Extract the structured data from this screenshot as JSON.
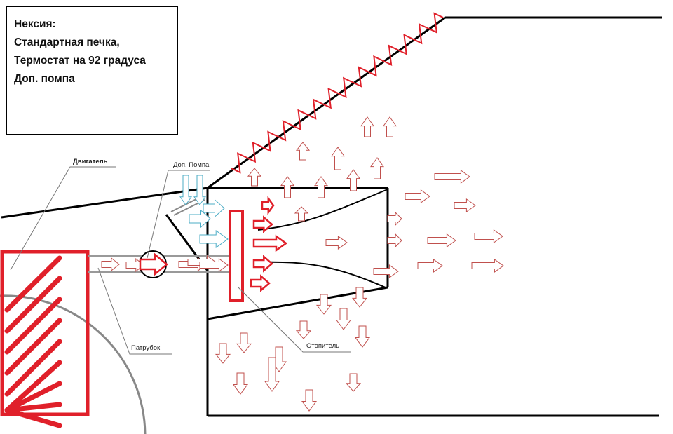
{
  "info_box": {
    "lines": [
      "Нексия:",
      "Стандартная печка,",
      "Термостат на 92 градуса",
      "Доп. помпа"
    ]
  },
  "labels": {
    "engine": "Двигатель",
    "extra_pump": "Доп. Помпа",
    "pipe": "Патрубок",
    "heater": "Отопитель"
  },
  "colors": {
    "hot": "#e0202a",
    "warm_air": "#c0504d",
    "cold_air": "#4bacc6",
    "structure": "#000000",
    "pipe": "#888888"
  }
}
